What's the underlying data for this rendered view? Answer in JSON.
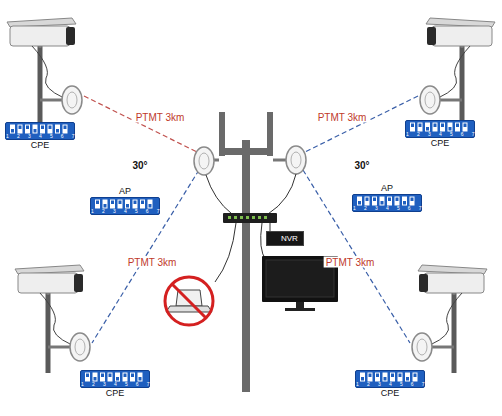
{
  "diagram": {
    "nodes": [
      {
        "text": [
          "1 2 3 4 5 6 7 8",
          "CPE"
        ]
      },
      {
        "text": [
          "1 2 3 4 5 6 7 8",
          "CPE"
        ]
      },
      {
        "text": [
          "1 2 3 4 5 6 7 8",
          "AP"
        ]
      },
      {
        "text": [
          "1 2 3 4 5 6 7 8",
          "AP"
        ]
      },
      {
        "text": [
          "NVR"
        ]
      },
      {
        "text": [
          "1 2 3 4 5 6 7 8",
          "CPE"
        ]
      },
      {
        "text": [
          "1 2 3 4 5 6 7 8",
          "CPE"
        ]
      }
    ],
    "labels": [
      "PTMT 3km",
      "PTMT 3km",
      "30°",
      "30°",
      "PTMT 3km",
      "PTMT 3km"
    ]
  }
}
